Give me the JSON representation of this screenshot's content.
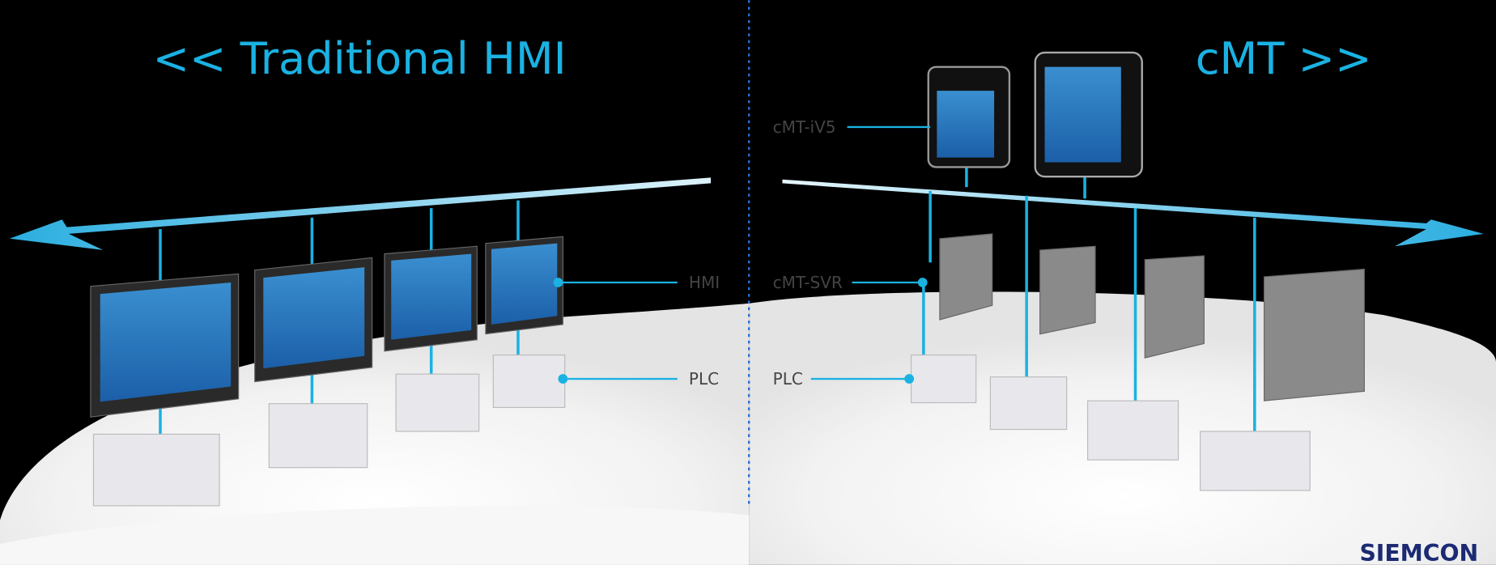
{
  "titles": {
    "traditional": "<< Traditional HMI",
    "cmt": "cMT >>"
  },
  "labels": {
    "hmi": "HMI",
    "plc_left": "PLC",
    "cmt_iv5": "cMT-iV5",
    "cmt_svr": "cMT-SVR",
    "plc_right": "PLC"
  },
  "logo": "SIEMCON",
  "colors": {
    "accent": "#1ab2e3",
    "logo": "#1b2a73",
    "background": "#000000"
  }
}
